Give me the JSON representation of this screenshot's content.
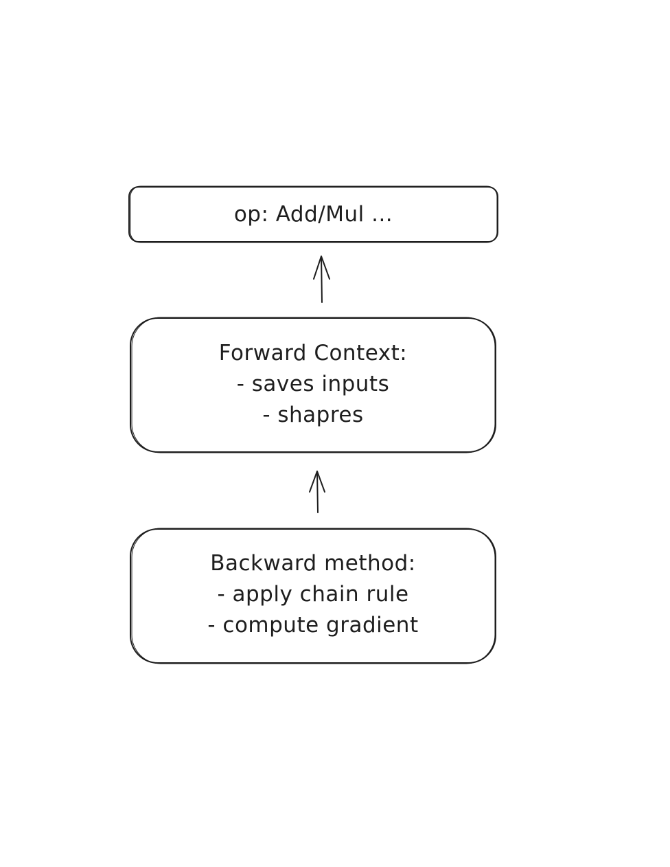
{
  "diagram": {
    "nodes": [
      {
        "id": "op",
        "lines": [
          "op: Add/Mul ..."
        ]
      },
      {
        "id": "forward",
        "lines": [
          "Forward Context:",
          "- saves inputs",
          "- shapres"
        ]
      },
      {
        "id": "backward",
        "lines": [
          "Backward method:",
          "- apply chain rule",
          "- compute gradient"
        ]
      }
    ],
    "edges": [
      {
        "from": "forward",
        "to": "op"
      },
      {
        "from": "backward",
        "to": "forward"
      }
    ],
    "colors": {
      "stroke": "#1e1e1e",
      "background": "#ffffff"
    }
  }
}
